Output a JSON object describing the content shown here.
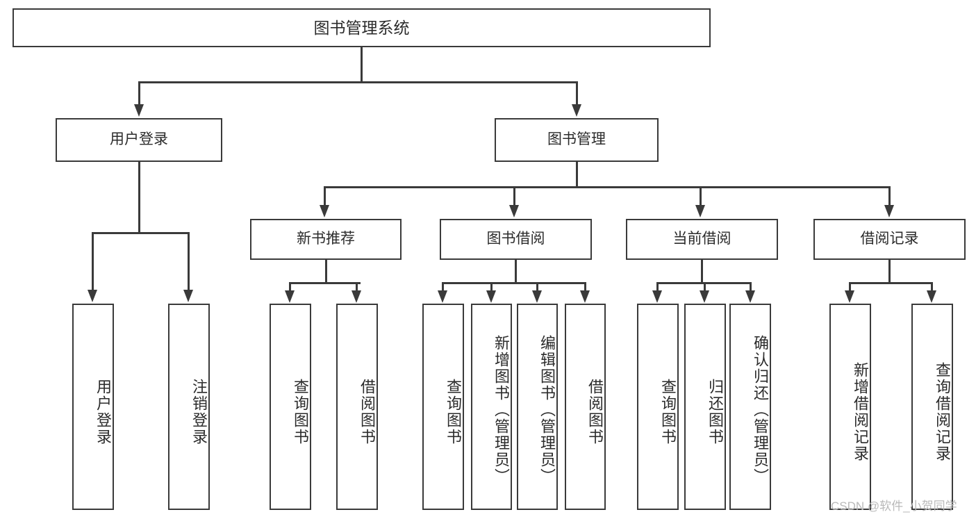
{
  "diagram": {
    "title": "图书管理系统",
    "type": "hierarchy-tree",
    "root": {
      "label": "图书管理系统"
    },
    "level2": [
      {
        "label": "用户登录"
      },
      {
        "label": "图书管理"
      }
    ],
    "level3": [
      {
        "label": "新书推荐"
      },
      {
        "label": "图书借阅"
      },
      {
        "label": "当前借阅"
      },
      {
        "label": "借阅记录"
      }
    ],
    "leaves": {
      "user_login": [
        {
          "label": "用户登录"
        },
        {
          "label": "注销登录"
        }
      ],
      "new_book_recommend": [
        {
          "label": "查询图书"
        },
        {
          "label": "借阅图书"
        }
      ],
      "book_borrow": [
        {
          "label": "查询图书"
        },
        {
          "label": "新增图书（管理员）"
        },
        {
          "label": "编辑图书（管理员）"
        },
        {
          "label": "借阅图书"
        }
      ],
      "current_borrow": [
        {
          "label": "查询图书"
        },
        {
          "label": "归还图书"
        },
        {
          "label": "确认归还（管理员）"
        }
      ],
      "borrow_record": [
        {
          "label": "新增借阅记录"
        },
        {
          "label": "查询借阅记录"
        }
      ]
    },
    "colors": {
      "stroke": "#3a3a3a",
      "text": "#2b2b2b",
      "background": "#ffffff",
      "watermark": "#b9b9b9"
    }
  },
  "watermark": {
    "text": "CSDN @软件_小贺同学"
  }
}
